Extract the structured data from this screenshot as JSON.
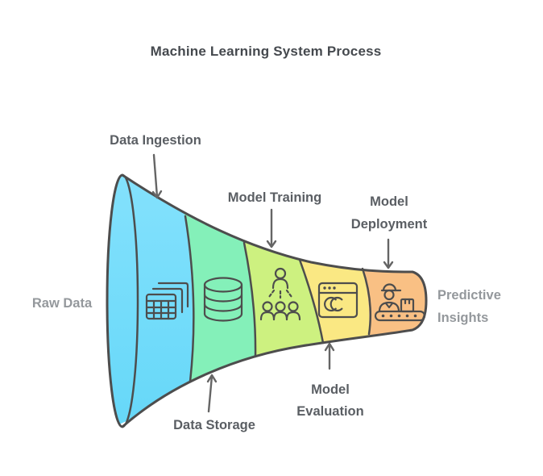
{
  "title": "Machine Learning System Process",
  "funnel": {
    "input_label": "Raw Data",
    "output_label": "Predictive Insights",
    "stages": [
      {
        "label": "Data Ingestion",
        "icon": "stacked-tables-icon",
        "color": "#76DDFB",
        "label_position": "top"
      },
      {
        "label": "Data Storage",
        "icon": "database-icon",
        "color": "#84F0B9",
        "label_position": "bottom"
      },
      {
        "label": "Model Training",
        "icon": "team-hierarchy-icon",
        "color": "#CDF180",
        "label_position": "top"
      },
      {
        "label": "Model Evaluation",
        "icon": "browser-sync-icon",
        "color": "#FAE883",
        "label_position": "bottom"
      },
      {
        "label": "Model Deployment",
        "icon": "worker-conveyor-icon",
        "color": "#F9C084",
        "label_position": "top"
      }
    ]
  },
  "colors": {
    "background": "#FFFFFF",
    "outline": "#4D4D4D",
    "arrow": "#656565",
    "title_text": "#45494E",
    "stage_label_text": "#5A5E63",
    "side_label_text": "#94989C",
    "blue_gradient_top": "#86E2FD",
    "blue_gradient_bottom": "#64D7F8"
  }
}
